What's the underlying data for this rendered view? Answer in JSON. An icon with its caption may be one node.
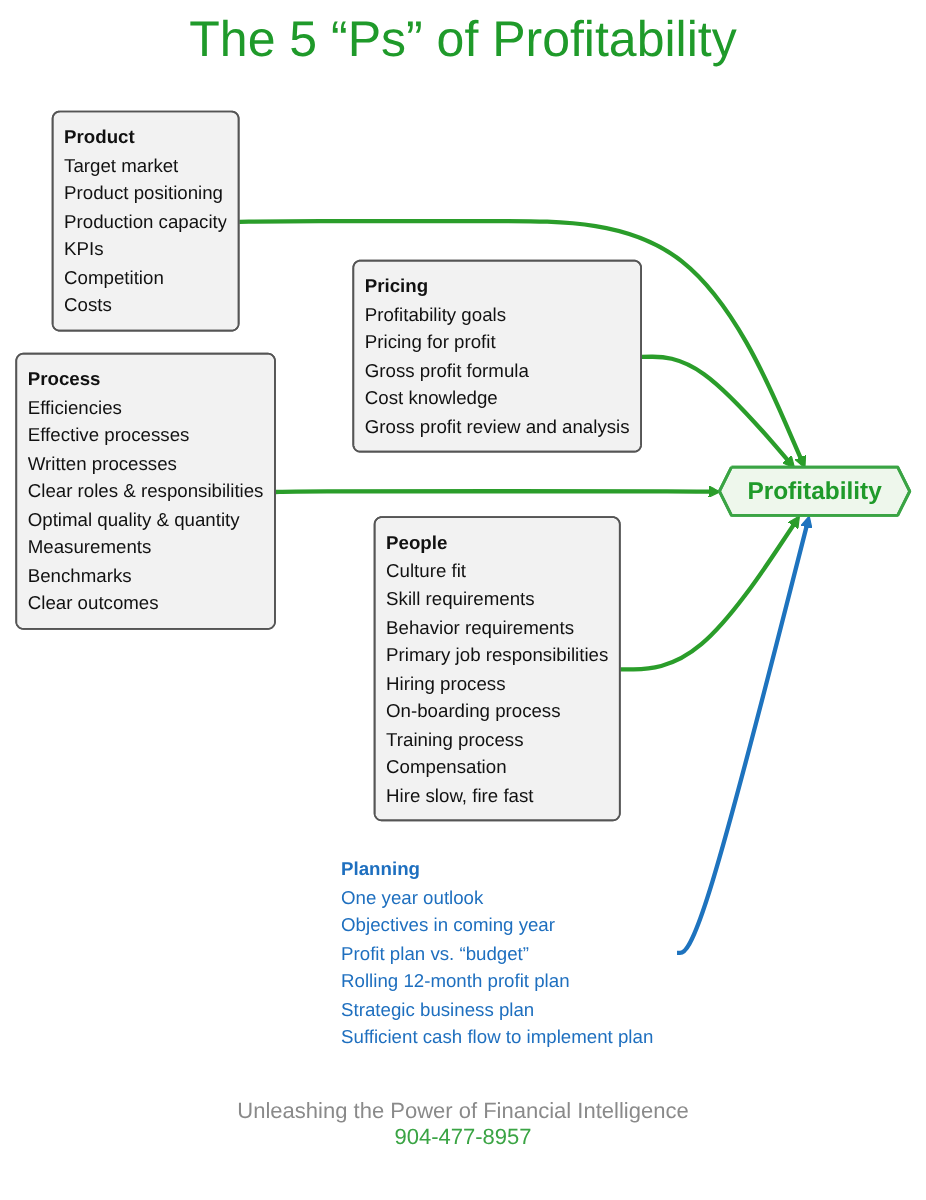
{
  "diagram": {
    "title": "The 5 “Ps” of Profitability",
    "nodes": [
      {
        "text": [
          "Product",
          "Target market",
          "Product positioning",
          "Production capacity",
          "KPIs",
          "Competition",
          "Costs"
        ]
      },
      {
        "text": [
          "Pricing",
          "Profitability goals",
          "Pricing for profit",
          "Gross profit formula",
          "Cost knowledge",
          "Gross profit review and analysis"
        ]
      },
      {
        "text": [
          "Profitability"
        ]
      },
      {
        "text": [
          "Process",
          "Efficiencies",
          "Effective processes",
          "Written processes",
          "Clear roles & responsibilities",
          "Optimal quality & quantity",
          "Measurements",
          "Benchmarks",
          "Clear outcomes"
        ]
      },
      {
        "text": [
          "People",
          "Culture fit",
          "Skill requirements",
          "Behavior requirements",
          "Primary job responsibilities",
          "Hiring process",
          "On-boarding process",
          "Training process",
          "Compensation",
          "Hire slow, fire fast"
        ]
      },
      {
        "text": [
          "Planning",
          "One year outlook",
          "Objectives in coming year",
          "Profit plan vs. “budget”",
          "Rolling 12-month profit plan",
          "Strategic business plan",
          "Sufficient cash flow to implement plan"
        ]
      }
    ],
    "edges": [
      {
        "from": 0,
        "to": 2,
        "arrow": "to"
      },
      {
        "from": 1,
        "to": 2,
        "arrow": "to"
      },
      {
        "from": 3,
        "to": 2,
        "arrow": "to"
      },
      {
        "from": 4,
        "to": 2,
        "arrow": "to"
      },
      {
        "from": 5,
        "to": 2,
        "arrow": "to",
        "color": "#1e73be"
      }
    ],
    "labels": [
      "Unleashing the Power of Financial Intelligence",
      "904-477-8957"
    ]
  }
}
